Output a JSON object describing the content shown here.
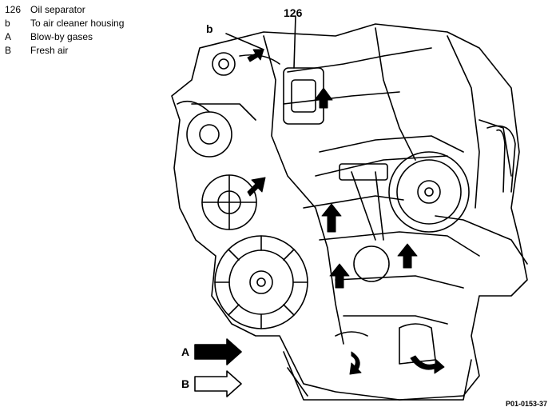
{
  "legend": [
    {
      "key": "126",
      "text": "Oil separator"
    },
    {
      "key": "b",
      "text": "To air cleaner housing"
    },
    {
      "key": "A",
      "text": "Blow-by gases"
    },
    {
      "key": "B",
      "text": "Fresh air"
    }
  ],
  "labels": {
    "part_126": "126",
    "hose_b": "b",
    "arrow_a": "A",
    "arrow_b": "B"
  },
  "figure_id": "P01-0153-37",
  "colors": {
    "line": "#000000",
    "blow_by_arrow": "#000000",
    "fresh_air_arrow": "#ffffff"
  }
}
